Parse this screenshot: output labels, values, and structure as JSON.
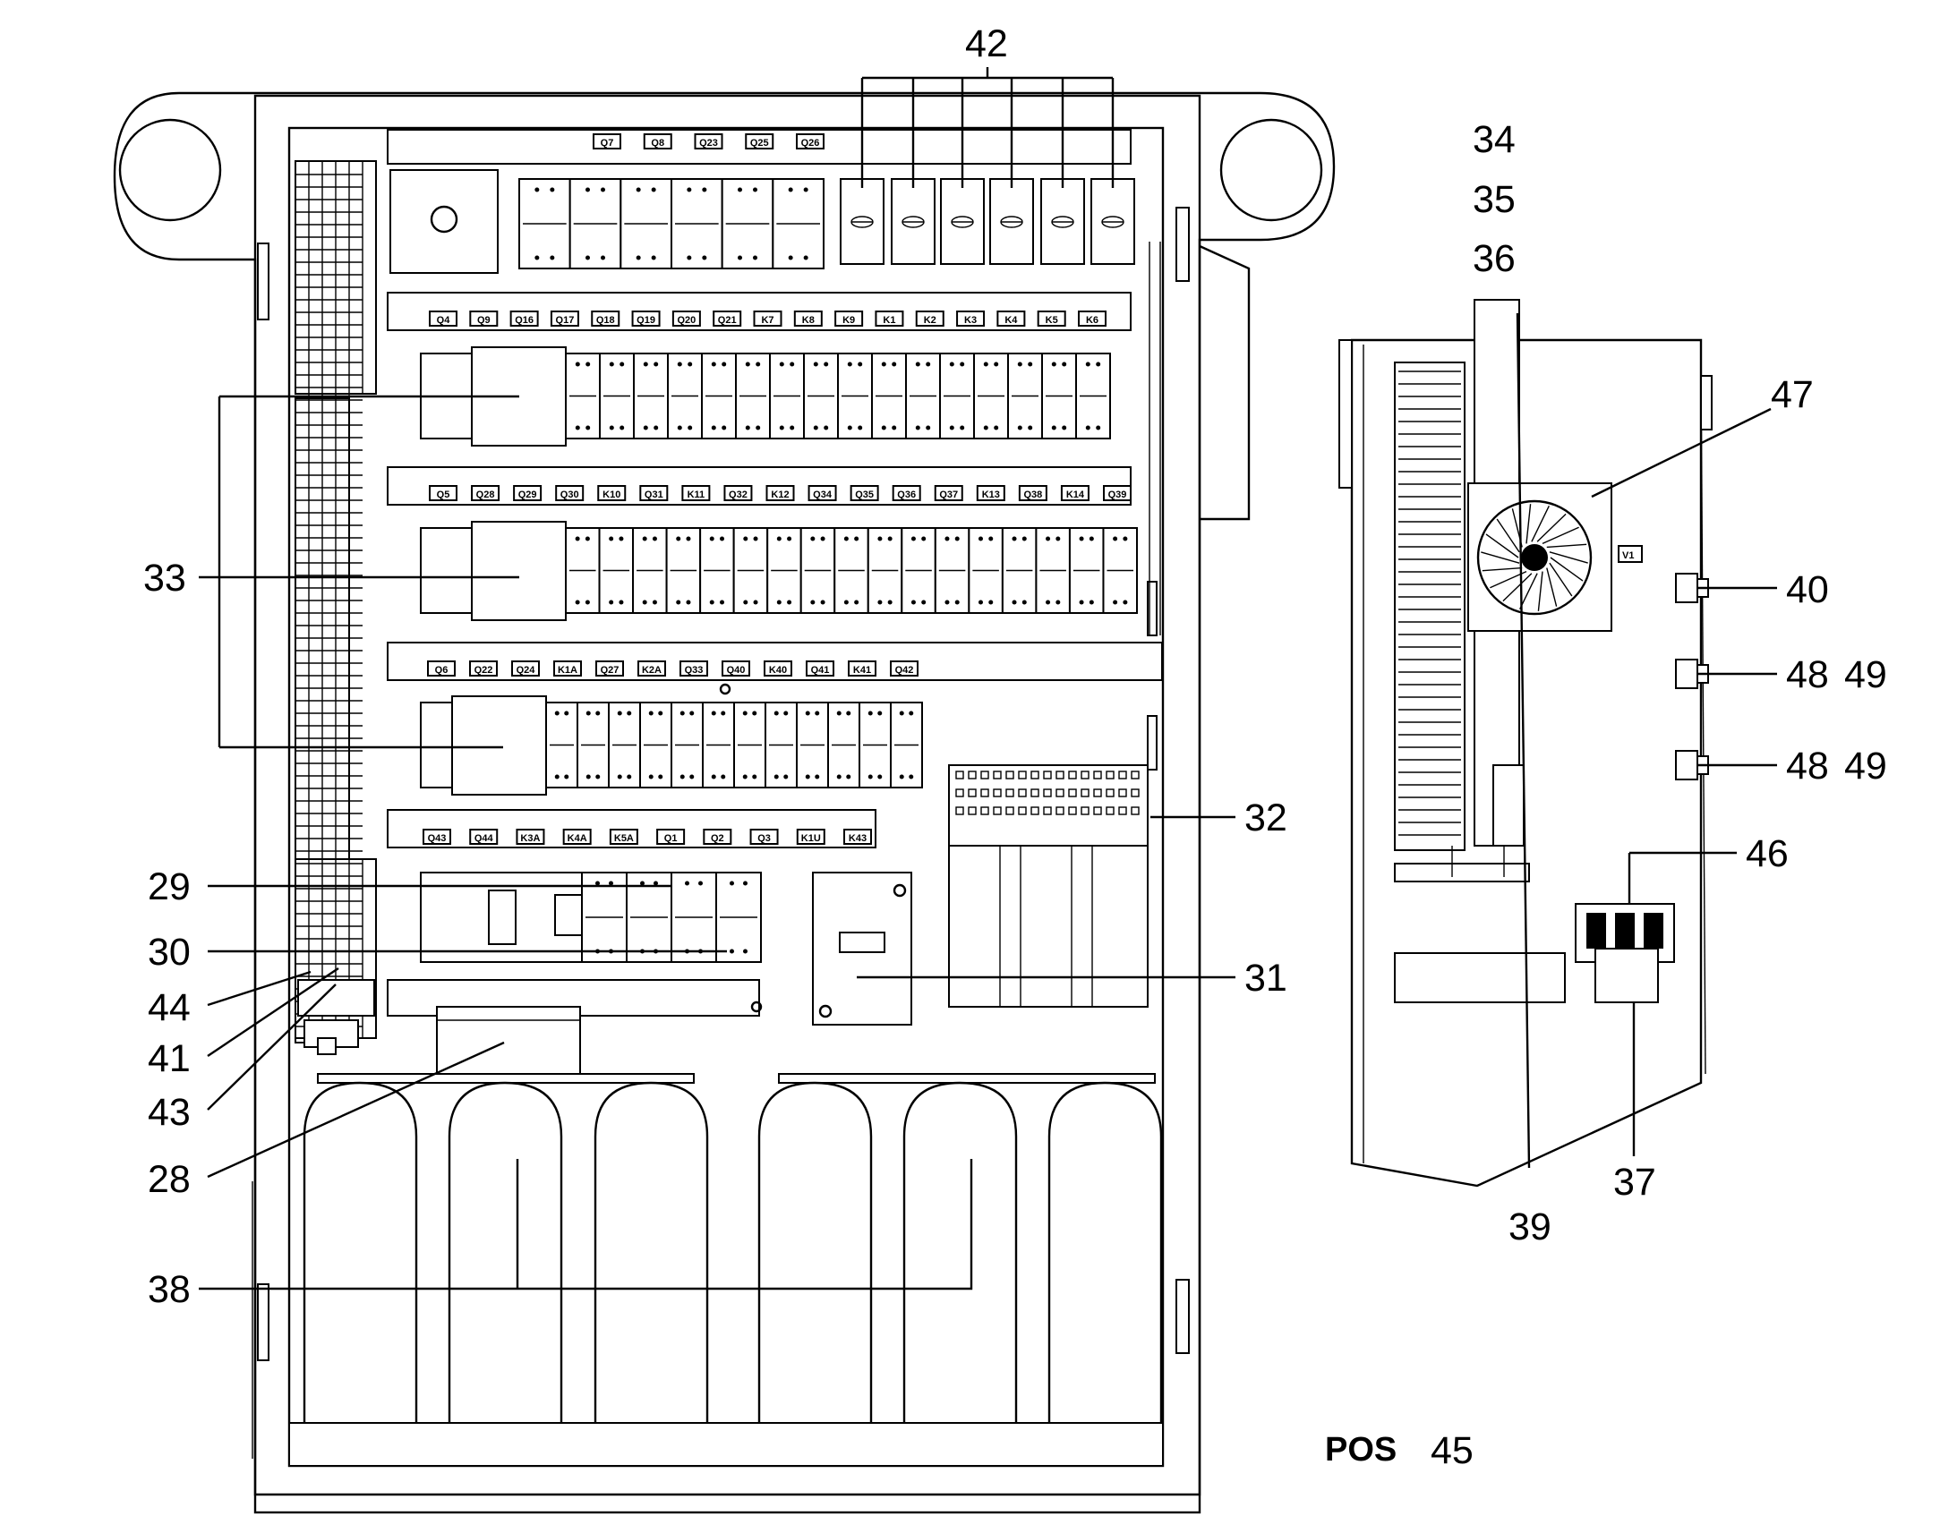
{
  "callouts": {
    "c42": "42",
    "c34": "34",
    "c35": "35",
    "c36": "36",
    "c47": "47",
    "c40": "40",
    "c48a": "48",
    "c49a": "49",
    "c48b": "48",
    "c49b": "49",
    "c32": "32",
    "c46": "46",
    "c31": "31",
    "c37": "37",
    "c39": "39",
    "c33": "33",
    "c29": "29",
    "c30": "30",
    "c44": "44",
    "c41": "41",
    "c43": "43",
    "c28": "28",
    "c38": "38"
  },
  "row1_tags": [
    "Q7",
    "Q8",
    "Q23",
    "Q25",
    "Q26"
  ],
  "row2_tags": [
    "Q4",
    "Q9",
    "Q16",
    "Q17",
    "Q18",
    "Q19",
    "Q20",
    "Q21",
    "K7",
    "K8",
    "K9",
    "K1",
    "K2",
    "K3",
    "K4",
    "K5",
    "K6"
  ],
  "row3_tags": [
    "Q5",
    "Q28",
    "Q29",
    "Q30",
    "K10",
    "Q31",
    "K11",
    "Q32",
    "K12",
    "Q34",
    "Q35",
    "Q36",
    "Q37",
    "K13",
    "Q38",
    "K14",
    "Q39"
  ],
  "row4_tags": [
    "Q6",
    "Q22",
    "Q24",
    "K1A",
    "Q27",
    "K2A",
    "Q33",
    "Q40",
    "K40",
    "Q41",
    "K41",
    "Q42"
  ],
  "row5_tags": [
    "Q43",
    "Q44",
    "K3A",
    "K4A",
    "K5A",
    "Q1",
    "Q2",
    "Q3",
    "K1U",
    "K43"
  ],
  "side_tag": "V1",
  "pos_word": "POS",
  "pos_number": "45"
}
